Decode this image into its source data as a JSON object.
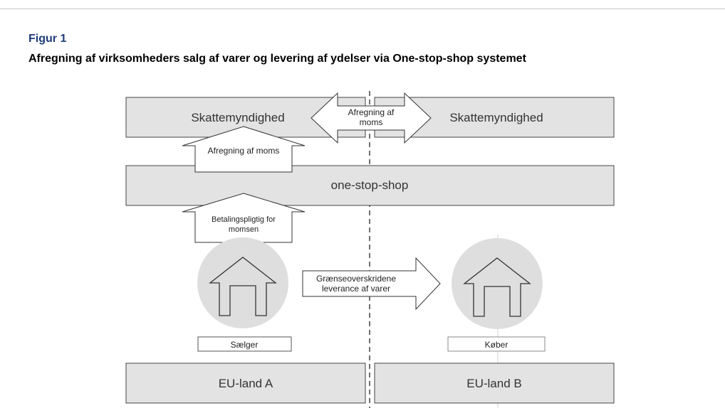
{
  "figure": {
    "label": "Figur 1",
    "title": "Afregning af virksomheders salg af varer og levering af ydelser via One-stop-shop systemet"
  },
  "diagram": {
    "authority_left": "Skattemyndighed",
    "authority_right": "Skattemyndighed",
    "authority_exchange": [
      "Afregning af",
      "moms"
    ],
    "settlement_arrow": "Afregning af moms",
    "oss_label": "one-stop-shop",
    "liable_arrow": [
      "Betalingspligtig for",
      "momsen"
    ],
    "delivery_arrow": [
      "Grænseoverskridene",
      "leverance af varer"
    ],
    "seller_label": "Sælger",
    "buyer_label": "Køber",
    "country_a": "EU-land A",
    "country_b": "EU-land B"
  }
}
